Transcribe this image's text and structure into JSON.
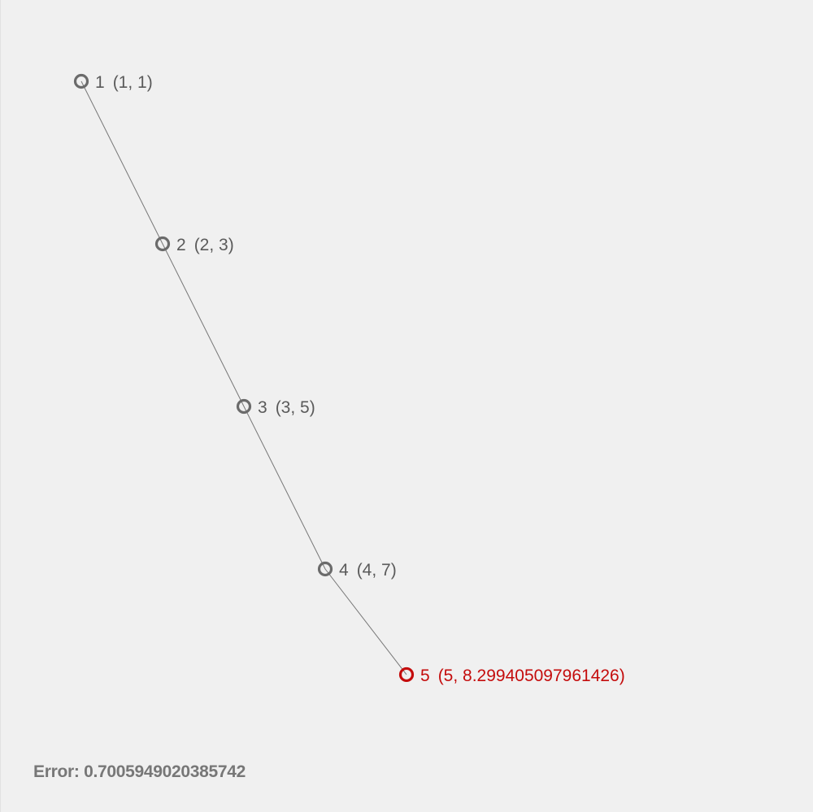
{
  "chart_data": {
    "type": "line",
    "xlim": [
      0,
      10
    ],
    "ylim": [
      0,
      10
    ],
    "grid": false,
    "points": [
      {
        "label": "1",
        "coord_text": "(1, 1)",
        "x": 1,
        "y": 1,
        "highlighted": false
      },
      {
        "label": "2",
        "coord_text": "(2, 3)",
        "x": 2,
        "y": 3,
        "highlighted": false
      },
      {
        "label": "3",
        "coord_text": "(3, 5)",
        "x": 3,
        "y": 5,
        "highlighted": false
      },
      {
        "label": "4",
        "coord_text": "(4, 7)",
        "x": 4,
        "y": 7,
        "highlighted": false
      },
      {
        "label": "5",
        "coord_text": "(5, 8.299405097961426)",
        "x": 5,
        "y": 8.299405097961426,
        "highlighted": true
      }
    ]
  },
  "error": {
    "text": "Error: 0.7005949020385742"
  },
  "colors": {
    "background": "#f0f0f0",
    "point": "#6b6b6b",
    "highlight": "#c40c0c",
    "line": "#777777",
    "label": "#5a5a5a",
    "error_text": "#777777"
  }
}
